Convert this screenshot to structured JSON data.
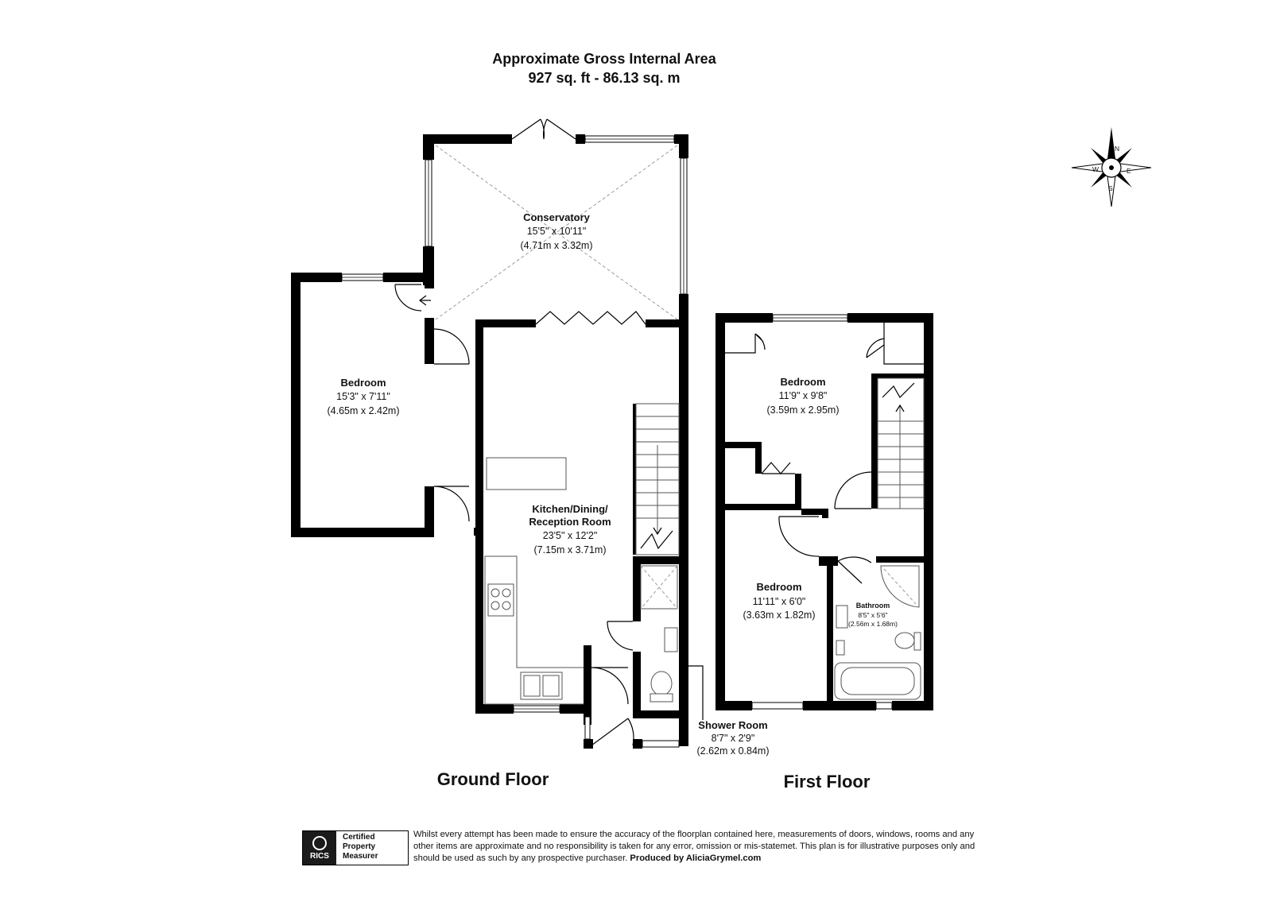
{
  "header": {
    "line1": "Approximate Gross Internal Area",
    "line2": "927 sq. ft - 86.13 sq. m"
  },
  "compass": {
    "n": "N",
    "e": "E",
    "s": "S",
    "w": "W"
  },
  "ground_floor": {
    "label": "Ground Floor",
    "rooms": {
      "conservatory": {
        "name": "Conservatory",
        "imperial": "15'5\" x 10'11\"",
        "metric": "(4.71m x 3.32m)"
      },
      "bedroom": {
        "name": "Bedroom",
        "imperial": "15'3\" x 7'11\"",
        "metric": "(4.65m x 2.42m)"
      },
      "kitchen": {
        "name_line1": "Kitchen/Dining/",
        "name_line2": "Reception Room",
        "imperial": "23'5\" x 12'2\"",
        "metric": "(7.15m x 3.71m)"
      },
      "shower": {
        "name": "Shower Room",
        "imperial": "8'7\" x 2'9\"",
        "metric": "(2.62m x 0.84m)"
      }
    }
  },
  "first_floor": {
    "label": "First Floor",
    "rooms": {
      "bedroom1": {
        "name": "Bedroom",
        "imperial": "11'9\" x 9'8\"",
        "metric": "(3.59m x 2.95m)"
      },
      "bedroom2": {
        "name": "Bedroom",
        "imperial": "11'11\" x 6'0\"",
        "metric": "(3.63m x 1.82m)"
      },
      "bathroom": {
        "name": "Bathroom",
        "imperial": "8'5\" x 5'6\"",
        "metric": "(2.56m x 1.68m)"
      }
    }
  },
  "footer": {
    "rics_logo": "RICS",
    "badge_line1": "Certified",
    "badge_line2": "Property",
    "badge_line3": "Measurer",
    "disclaimer": "Whilst every attempt has been made to ensure the accuracy of the floorplan contained here, measurements of doors, windows, rooms and any other items are approximate and no responsibility is taken for any error, omission or mis-statemet. This plan is for illustrative purposes only and should be used as such by any prospective purchaser.",
    "producer": "Produced by AliciaGrymel.com"
  }
}
